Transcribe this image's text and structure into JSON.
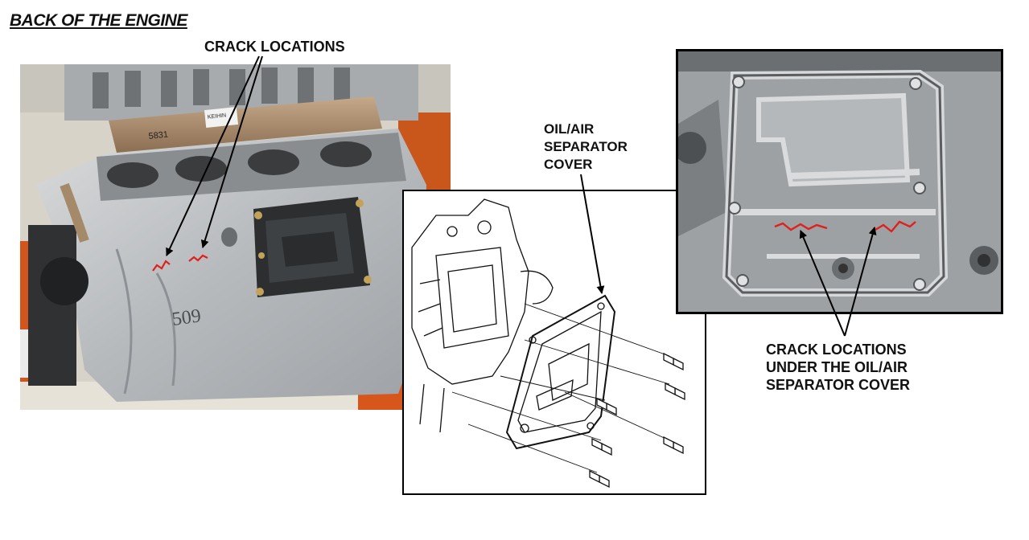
{
  "title": "BACK OF THE ENGINE",
  "labels": {
    "crack_locations": "CRACK LOCATIONS",
    "separator_cover": [
      "OIL/AIR",
      "SEPARATOR",
      "COVER"
    ],
    "crack_under_cover": [
      "CRACK LOCATIONS",
      "UNDER THE OIL/AIR",
      "SEPARATOR COVER"
    ]
  },
  "photo_text": {
    "part_number": "5831",
    "handwritten": "509",
    "sticker": "KEIHIN"
  },
  "colors": {
    "crack": "#e0201c",
    "arrow": "#000000"
  }
}
